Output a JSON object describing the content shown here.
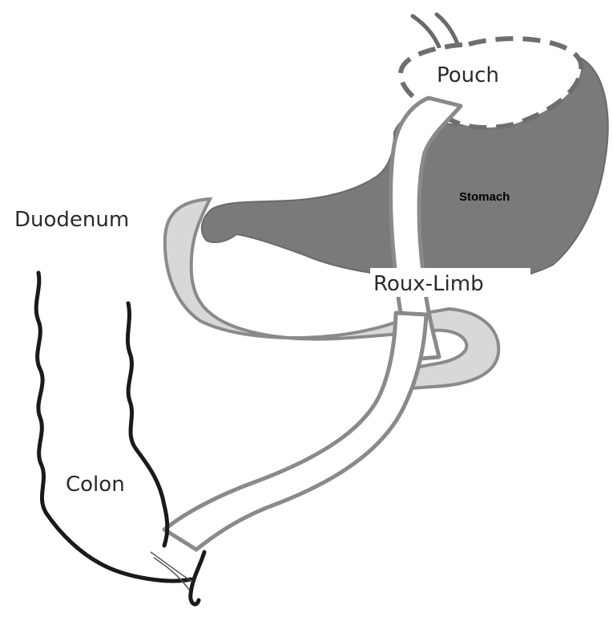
{
  "labels": {
    "pouch": "Pouch",
    "stomach": "Stomach",
    "duodenum": "Duodenum",
    "roux_limb": "Roux-Limb",
    "colon": "Colon"
  },
  "colors": {
    "background": "#ffffff",
    "stomach_fill": "#7a7a7a",
    "duodenum_fill": "#d8d8d8",
    "limb_fill": "#ffffff",
    "outline_gray": "#8a8a8a",
    "colon_stroke": "#1a1a1a",
    "pouch_dash": "#6e6e6e"
  }
}
